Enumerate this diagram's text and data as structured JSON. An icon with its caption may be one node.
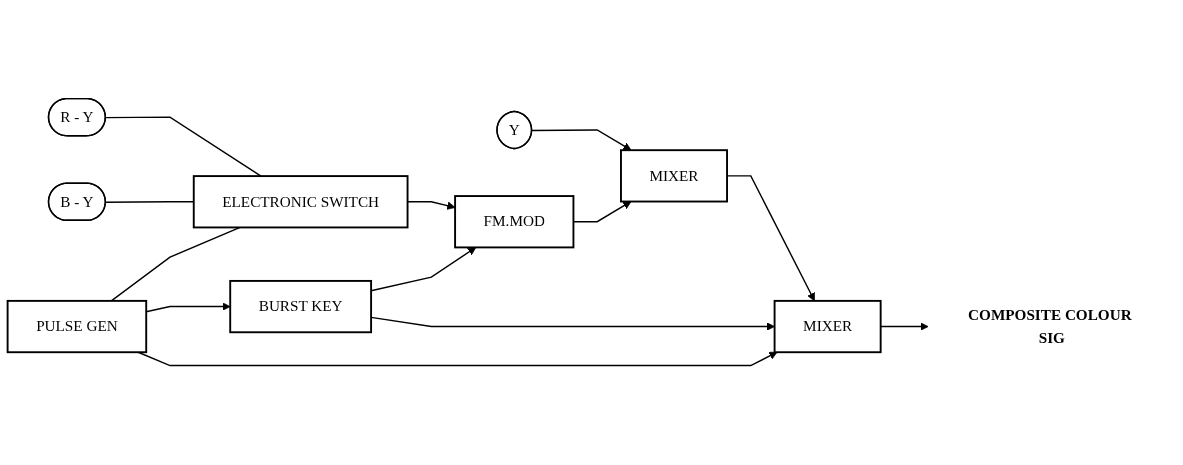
{
  "diagram": {
    "nodes": [
      {
        "text": [
          "Y"
        ]
      },
      {
        "text": [
          "R - Y"
        ]
      },
      {
        "text": [
          "B - Y"
        ]
      },
      {
        "text": [
          "ELECTRONIC SWITCH"
        ]
      },
      {
        "text": [
          "FM.MOD"
        ]
      },
      {
        "text": [
          "MIXER"
        ]
      },
      {
        "text": [
          "MIXER"
        ]
      },
      {
        "text": [
          "PULSE GEN"
        ]
      },
      {
        "text": [
          "BURST KEY"
        ]
      },
      {
        "text": [
          "COMPOSITE COLOUR SIG"
        ]
      }
    ],
    "edges": [
      {
        "from": 0,
        "to": 5,
        "arrow": "to"
      },
      {
        "from": 1,
        "to": 3,
        "arrow": "none"
      },
      {
        "from": 2,
        "to": 3,
        "arrow": "none"
      },
      {
        "from": 3,
        "to": 4,
        "arrow": "to"
      },
      {
        "from": 4,
        "to": 5,
        "arrow": "to"
      },
      {
        "from": 5,
        "to": 6,
        "arrow": "to"
      },
      {
        "from": 6,
        "to": 9,
        "arrow": "to"
      },
      {
        "from": 7,
        "to": 3,
        "arrow": "none"
      },
      {
        "from": 7,
        "to": 8,
        "arrow": "to"
      },
      {
        "from": 8,
        "to": 4,
        "arrow": "to"
      },
      {
        "from": 8,
        "to": 6,
        "arrow": "to"
      },
      {
        "from": 7,
        "to": 6,
        "arrow": "to"
      }
    ]
  }
}
